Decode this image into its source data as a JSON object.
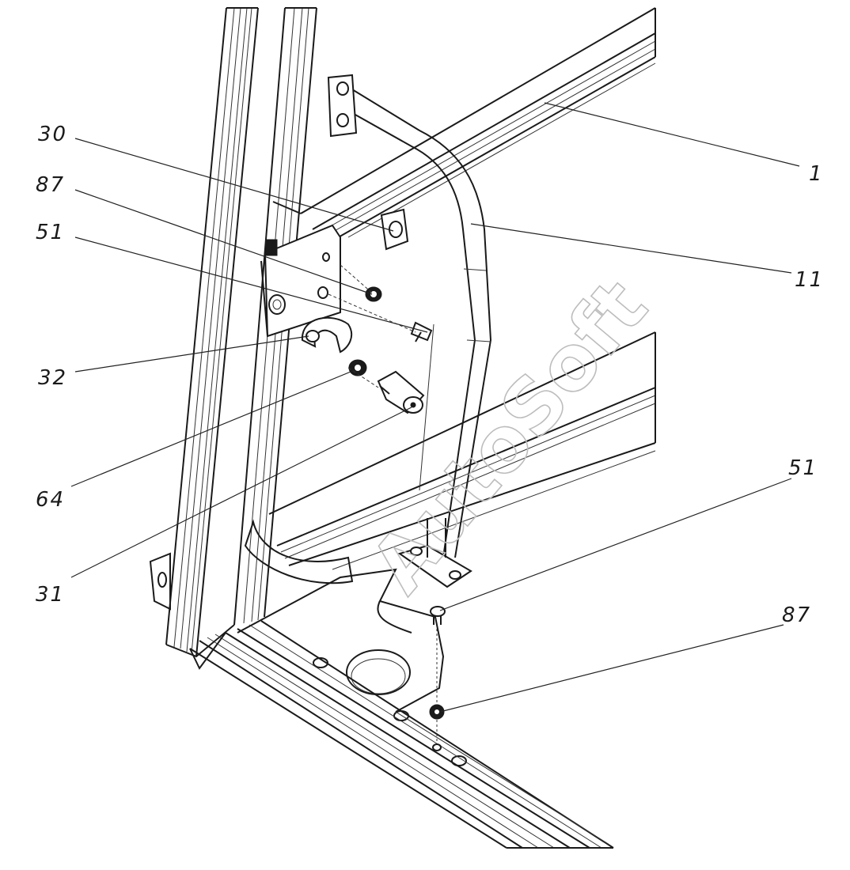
{
  "watermark": "AutoSoft",
  "callouts": [
    {
      "id": "c1",
      "label": "1"
    },
    {
      "id": "c11",
      "label": "11"
    },
    {
      "id": "c30",
      "label": "30"
    },
    {
      "id": "c87a",
      "label": "87"
    },
    {
      "id": "c51a",
      "label": "51"
    },
    {
      "id": "c32",
      "label": "32"
    },
    {
      "id": "c64",
      "label": "64"
    },
    {
      "id": "c31",
      "label": "31"
    },
    {
      "id": "c51b",
      "label": "51"
    },
    {
      "id": "c87b",
      "label": "87"
    }
  ]
}
